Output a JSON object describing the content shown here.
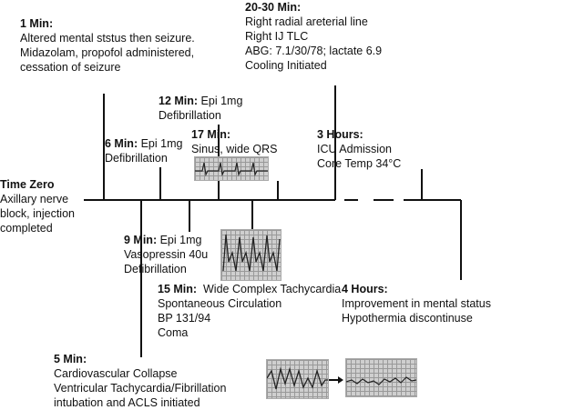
{
  "events": [
    {
      "id": "time-zero",
      "title": "Time Zero",
      "lines": [
        "Axillary nerve",
        "block, injection",
        "completed"
      ]
    },
    {
      "id": "1-min",
      "title": "1 Min:",
      "lines": [
        "Altered mental ststus then seizure.",
        "Midazolam, propofol administered,",
        "cessation of seizure"
      ]
    },
    {
      "id": "5-min",
      "title": "5 Min:",
      "lines": [
        "Cardiovascular Collapse",
        "Ventricular Tachycardia/Fibrillation",
        "intubation and ACLS initiated"
      ]
    },
    {
      "id": "6-min",
      "title": "6 Min:",
      "inline": " Epi 1mg",
      "lines": [
        "Defibrillation"
      ]
    },
    {
      "id": "9-min",
      "title": "9 Min:",
      "inline": " Epi 1mg",
      "lines": [
        "Vasopressin 40u",
        "Defibrillation"
      ]
    },
    {
      "id": "12-min",
      "title": "12 Min:",
      "inline": " Epi 1mg",
      "lines": [
        "Defibrillation"
      ]
    },
    {
      "id": "15-min",
      "title": "15 Min:",
      "inline": "  Wide Complex Tachycardia",
      "lines": [
        "Spontaneous Circulation",
        "BP 131/94",
        "Coma"
      ]
    },
    {
      "id": "17-min",
      "title": "17 Min:",
      "lines": [
        "Sinus, wide QRS"
      ]
    },
    {
      "id": "20-30-min",
      "title": "20-30 Min:",
      "lines": [
        "Right radial areterial line",
        "Right IJ TLC",
        "ABG: 7.1/30/78; lactate 6.9",
        "Cooling Initiated"
      ]
    },
    {
      "id": "3-hours",
      "title": "3 Hours:",
      "lines": [
        "ICU Admission",
        "Core Temp 34°C"
      ]
    },
    {
      "id": "4-hours",
      "title": "4 Hours:",
      "lines": [
        "Improvement in mental status",
        "Hypothermia discontinuse"
      ]
    }
  ]
}
